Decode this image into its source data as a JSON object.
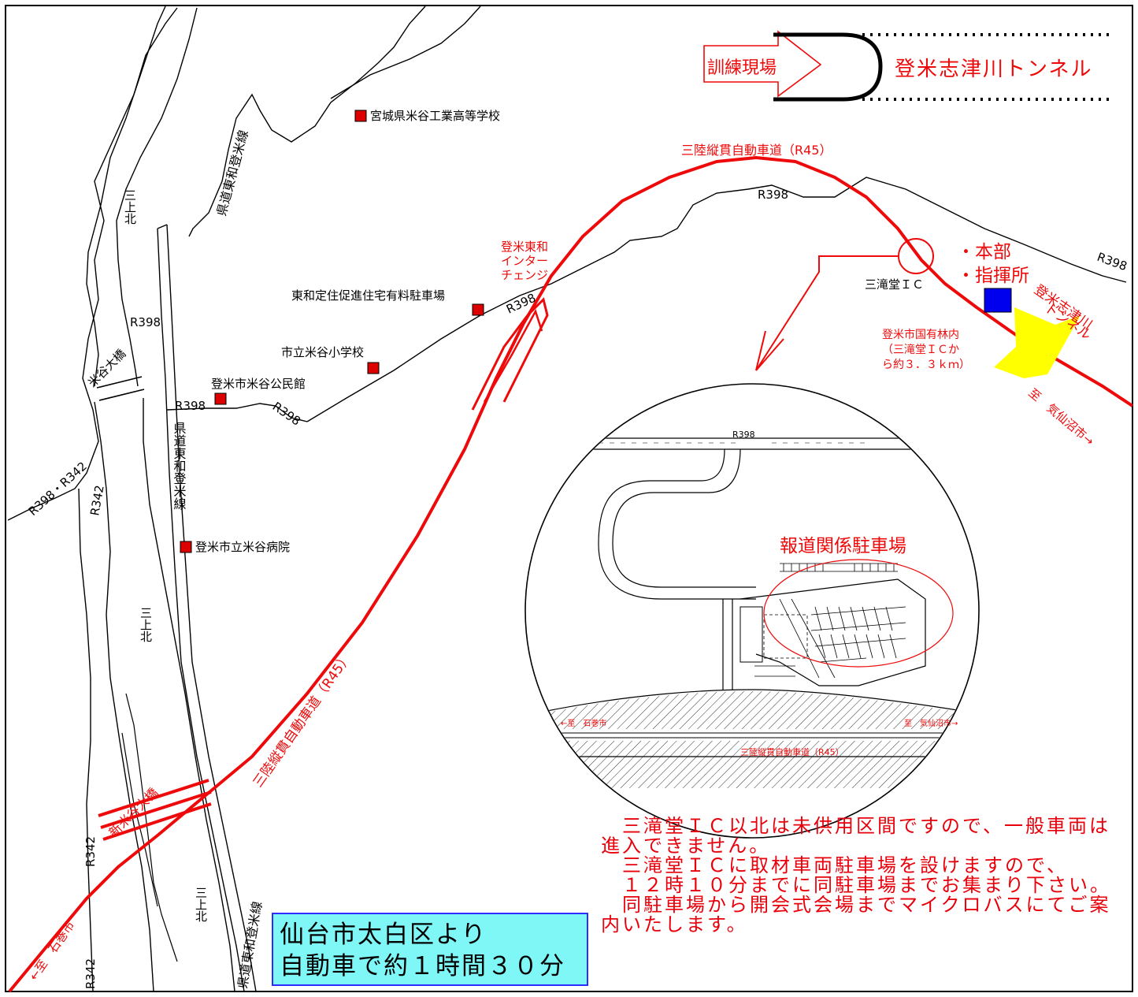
{
  "legend": {
    "training_site": "訓練現場",
    "tunnel": "登米志津川トンネル"
  },
  "roads": {
    "sanriku_top": "三陸縦貫自動車道（R45）",
    "sanriku_diag": "三陸縦貫自動車道（R45）",
    "r398_a": "R398",
    "r398_b": "R398",
    "r398_c": "R398",
    "r398_d": "R398",
    "r398_e": "R398",
    "r398_f": "R398",
    "r398_r342": "R398・R342",
    "r342_a": "R342",
    "r342_b": "R342",
    "r342_c": "R342",
    "kendo_top": "県道東和登米線",
    "kendo_mid": "県道東和登米線",
    "kendo_bottom": "県道東和登米線",
    "sanjohoku_a": "三上北",
    "sanjohoku_b": "三上北",
    "sanjohoku_c": "三上北",
    "yonetani_bridge": "米谷大橋",
    "shin_yonetani_bridge": "新米谷大橋",
    "to_ishinomaki": "←至　石巻市",
    "to_kesennuma": "至　気仙沼市→"
  },
  "ic_towa": [
    "登米東和",
    "インター",
    "チェンジ"
  ],
  "ic_santakido": "三滝堂ＩＣ",
  "landmarks": [
    {
      "name": "宮城県米谷工業高等学校"
    },
    {
      "name": "東和定住促進住宅有料駐車場"
    },
    {
      "name": "市立米谷小学校"
    },
    {
      "name": "登米市米谷公民館"
    },
    {
      "name": "登米市立米谷病院"
    }
  ],
  "hq": [
    "・本部",
    "・指揮所"
  ],
  "tunnel_label": [
    "登米志津川",
    "トンネル"
  ],
  "forest": [
    "登米市国有林内",
    "（三滝堂ＩＣか",
    "ら約３．３ｋｍ）"
  ],
  "inset": {
    "title": "報道関係駐車場",
    "r398": "R398",
    "highway": "三陸縦貫自動車道（R45）",
    "to_ishinomaki": "←至　石巻市",
    "to_kesennuma": "至　気仙沼市→"
  },
  "access_box": [
    "仙台市太白区より",
    "自動車で約１時間３０分"
  ],
  "notice": [
    "　三滝堂ＩＣ以北は未供用区間ですので、一般車両は",
    "進入できません。",
    "　三滝堂ＩＣに取材車両駐車場を設けますので、",
    "　１２時１０分までに同駐車場までお集まり下さい。",
    "",
    "　同駐車場から開会式会場までマイクロバスにてご案",
    "内いたします。"
  ],
  "colors": {
    "highway": "#ee0a0a",
    "landmark": "#dd0000",
    "hq": "#0000ee",
    "tunnel": "#ffff00",
    "access_box": "#7ff7f7",
    "access_border": "#2d2dff"
  }
}
